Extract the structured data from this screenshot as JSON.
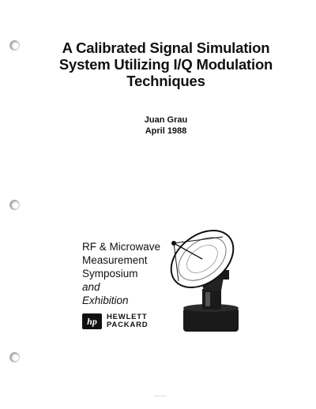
{
  "title_lines": [
    "A Calibrated Signal Simulation",
    "System Utilizing I/Q Modulation",
    "Techniques"
  ],
  "author": "Juan Grau",
  "date": "April 1988",
  "event_lines": [
    "RF & Microwave",
    "Measurement",
    "Symposium",
    "and",
    "Exhibition"
  ],
  "logo": {
    "badge": "hp",
    "company_lines": [
      "HEWLETT",
      "PACKARD"
    ]
  },
  "icons": {
    "dish": "satellite-dish-icon",
    "hole": "punch-hole-icon"
  },
  "footer": "........"
}
